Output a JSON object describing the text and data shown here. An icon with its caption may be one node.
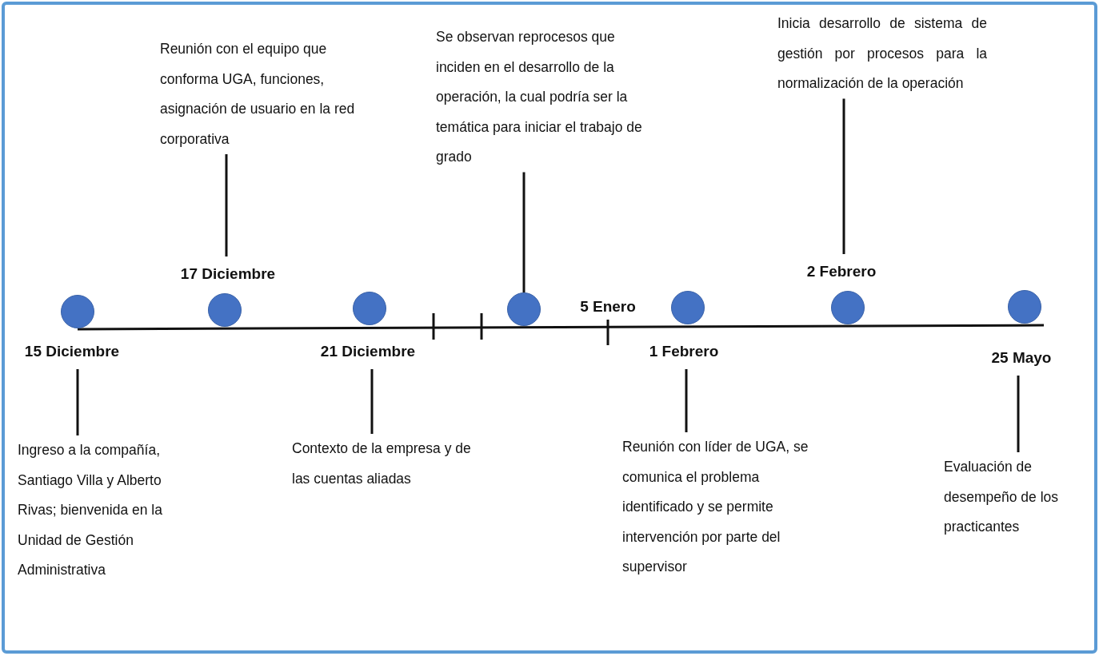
{
  "diagram": {
    "nodes": [
      {
        "text": [
          "Reunión con el equipo que conforma UGA, funciones, asignación de usuario en la red corporativa"
        ]
      },
      {
        "text": [
          "Se observan reprocesos que inciden en el desarrollo de la operación, la cual podría ser la temática para iniciar el trabajo de grado"
        ]
      },
      {
        "text": [
          "Inicia desarrollo de sistema de gestión por procesos para la normalización de la operación"
        ]
      },
      {
        "text": [
          "17 Diciembre"
        ]
      },
      {
        "text": [
          "2 Febrero"
        ]
      },
      {
        "text": [],
        "shape": "circle"
      },
      {
        "text": [],
        "shape": "circle"
      },
      {
        "text": [],
        "shape": "circle"
      },
      {
        "text": [],
        "shape": "circle"
      },
      {
        "text": [],
        "shape": "circle"
      },
      {
        "text": [],
        "shape": "circle"
      },
      {
        "text": [],
        "shape": "circle"
      },
      {
        "text": [
          "5 Enero"
        ]
      },
      {
        "text": [
          "15 Diciembre"
        ]
      },
      {
        "text": [
          "21 Diciembre"
        ]
      },
      {
        "text": [
          "1 Febrero"
        ]
      },
      {
        "text": [
          "25 Mayo"
        ]
      },
      {
        "text": [
          "Ingreso a la compañía, Santiago Villa y Alberto Rivas; bienvenida en la Unidad de Gestión Administrativa"
        ]
      },
      {
        "text": [
          "Contexto de la empresa y de las cuentas aliadas"
        ]
      },
      {
        "text": [
          "Reunión con líder de UGA, se comunica el problema identificado y se permite intervención por parte del supervisor"
        ]
      },
      {
        "text": [
          "Evaluación de desempeño de los practicantes"
        ]
      }
    ],
    "edges": [
      {
        "from": 0,
        "to": 3,
        "arrow": "none"
      },
      {
        "from": 1,
        "to": 8,
        "arrow": "none"
      },
      {
        "from": 2,
        "to": 4,
        "arrow": "none"
      },
      {
        "from": 13,
        "to": 17,
        "arrow": "none"
      },
      {
        "from": 14,
        "to": 18,
        "arrow": "none"
      },
      {
        "from": 15,
        "to": 19,
        "arrow": "none"
      },
      {
        "from": 16,
        "to": 20,
        "arrow": "none"
      }
    ]
  }
}
